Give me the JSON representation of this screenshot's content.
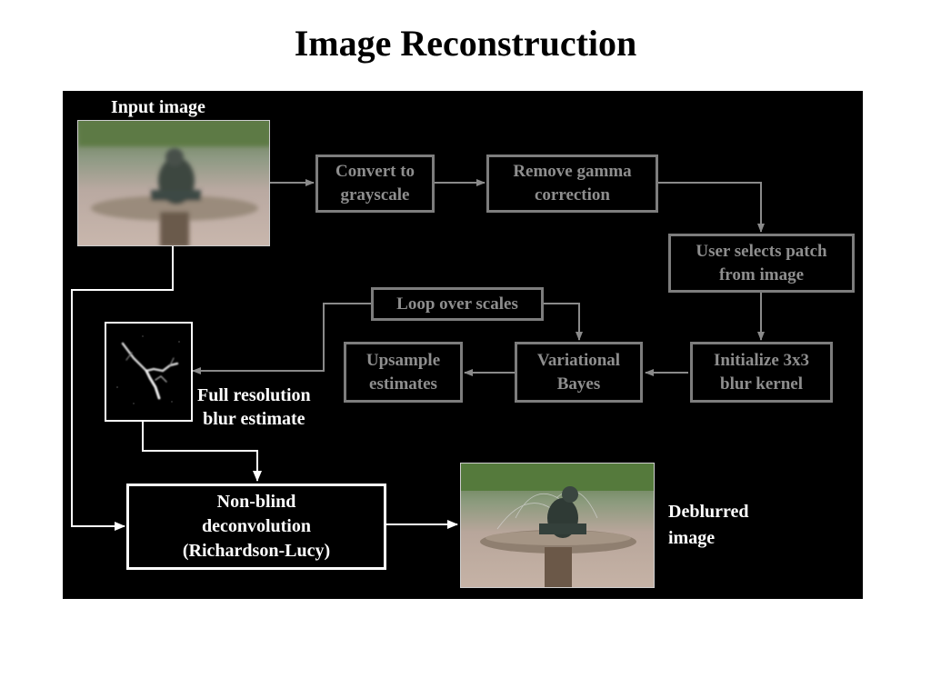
{
  "slide": {
    "title": "Image Reconstruction"
  },
  "diagram": {
    "input_label": "Input image",
    "steps": {
      "grayscale": "Convert to\ngrayscale",
      "gamma": "Remove gamma\ncorrection",
      "patch": "User selects patch\nfrom image",
      "init_kernel": "Initialize 3x3\nblur kernel",
      "variational": "Variational\nBayes",
      "upsample": "Upsample\nestimates",
      "loop": "Loop over scales",
      "deconv": "Non-blind\ndeconvolution\n(Richardson-Lucy)"
    },
    "blur_label": "Full resolution\nblur estimate",
    "output_label": "Deblurred\nimage"
  },
  "colors": {
    "panel_background": "#000000",
    "step_border": "#7d7d7d",
    "step_text": "#8e8e8e",
    "highlight": "#ffffff"
  }
}
